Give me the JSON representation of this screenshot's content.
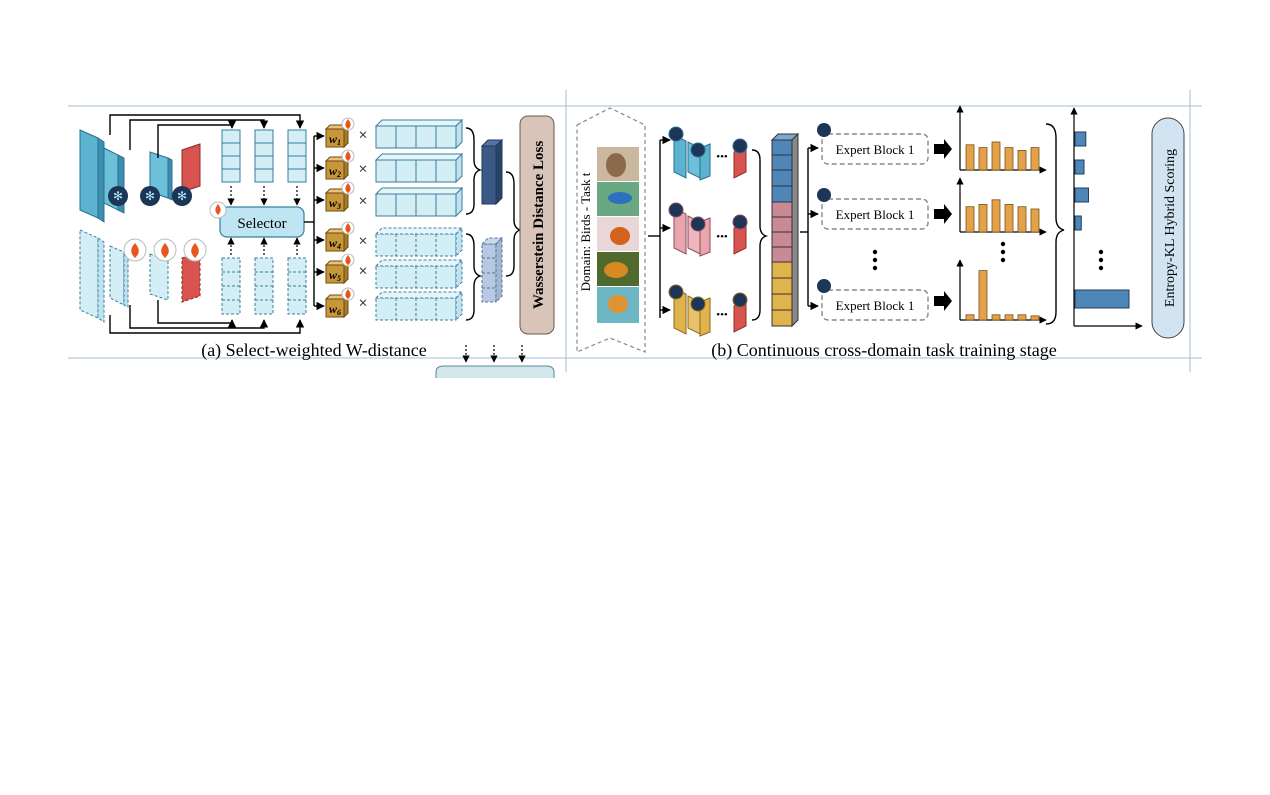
{
  "panel_a": {
    "caption": "(a) Select-weighted W-distance",
    "selector_label": "Selector",
    "loss_label": "Wasserstein Distance Loss",
    "weights": [
      {
        "w": "w",
        "sub": "1"
      },
      {
        "w": "w",
        "sub": "2"
      },
      {
        "w": "w",
        "sub": "3"
      },
      {
        "w": "w",
        "sub": "4"
      },
      {
        "w": "w",
        "sub": "5"
      },
      {
        "w": "w",
        "sub": "6"
      }
    ],
    "multiply_symbol": "×"
  },
  "panel_b": {
    "caption": "(b) Continuous cross-domain task training stage",
    "domain_label": "Domain: Birds - Task t",
    "ellipsis": "•••",
    "expert_labels": [
      "Expert Block 1",
      "Expert Block 1",
      "Expert Block 1"
    ],
    "scoring_label": "Entropy-KL Hybrid Scoring",
    "histograms": [
      [
        0.45,
        0.4,
        0.5,
        0.4,
        0.35,
        0.4
      ],
      [
        0.55,
        0.6,
        0.7,
        0.6,
        0.55,
        0.5
      ],
      [
        0.1,
        0.95,
        0.1,
        0.1,
        0.1,
        0.08
      ]
    ],
    "score_bars": [
      0.12,
      0.1,
      0.15,
      0.07,
      0.6
    ]
  },
  "colors": {
    "blue_light": "#a9dbe8",
    "blue_mid": "#5bb3cf",
    "navy": "#3a5a85",
    "red": "#d9534f",
    "pink": "#e8a5ae",
    "gold": "#e0b34d",
    "orange_bar": "#e3a24a",
    "score_blue": "#4f86b8",
    "weight_gold": "#c9963a",
    "loss_box": "#d8c4b8",
    "scoring_box": "#d2e3f1"
  }
}
